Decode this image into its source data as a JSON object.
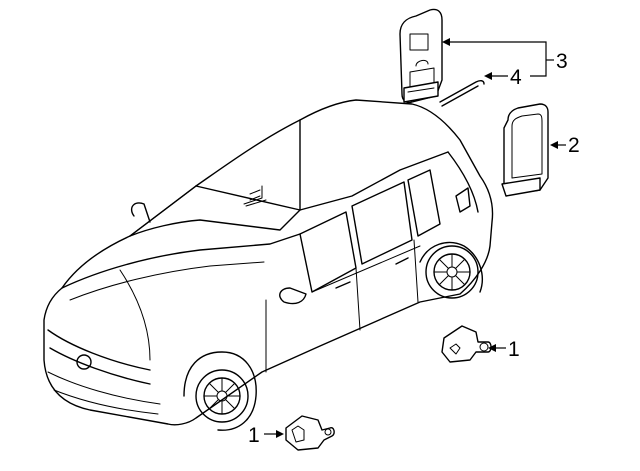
{
  "callouts": {
    "module_bracket": "3",
    "antenna_wire": "4",
    "module_panel": "2",
    "sensor_rear": "1",
    "sensor_front": "1"
  },
  "colors": {
    "line": "#000000",
    "background": "#ffffff"
  }
}
